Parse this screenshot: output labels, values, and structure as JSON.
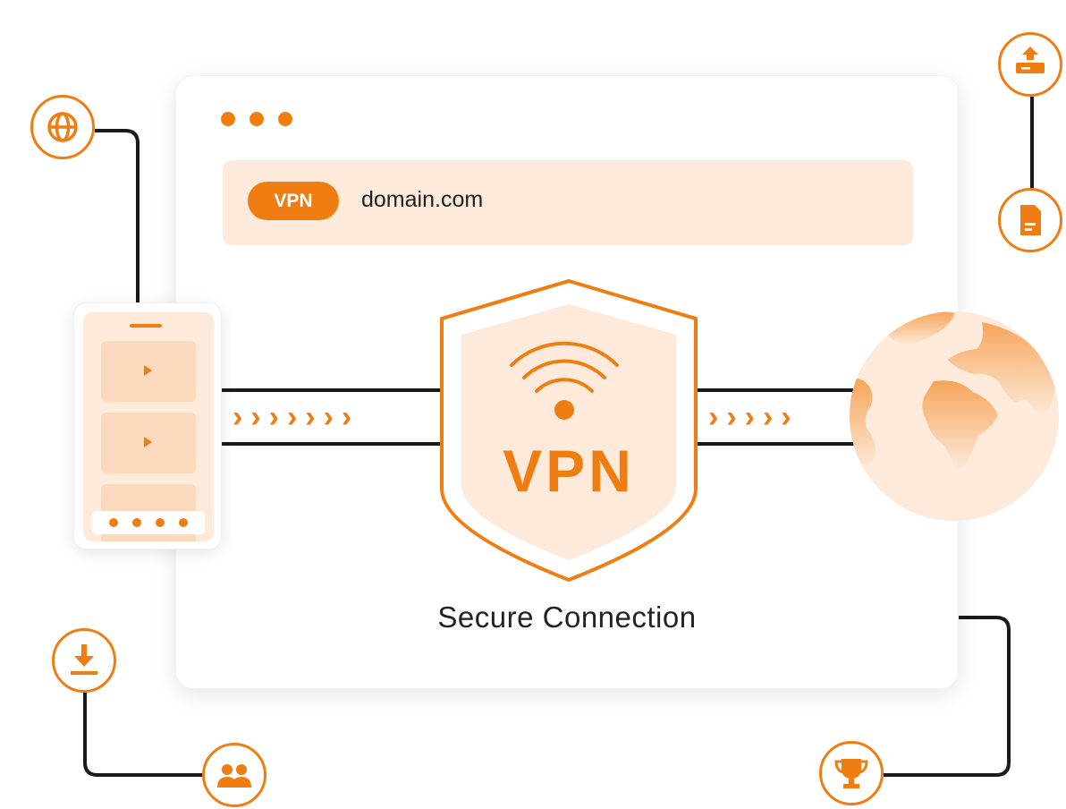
{
  "browser": {
    "address_bar": {
      "badge": "VPN",
      "url": "domain.com"
    },
    "shield_label": "VPN",
    "caption": "Secure Connection"
  },
  "icons": {
    "top_left": "globe-icon",
    "top_right_upper": "upload-icon",
    "top_right_lower": "document-icon",
    "bottom_left_upper": "download-icon",
    "bottom_left_lower": "users-icon",
    "bottom_right": "trophy-icon"
  },
  "colors": {
    "accent": "#ef7d12",
    "accent_light": "#fdeadb",
    "line": "#1a1a1a"
  },
  "tunnel": {
    "left_arrows": "›››››››",
    "right_arrows": "›››››"
  }
}
